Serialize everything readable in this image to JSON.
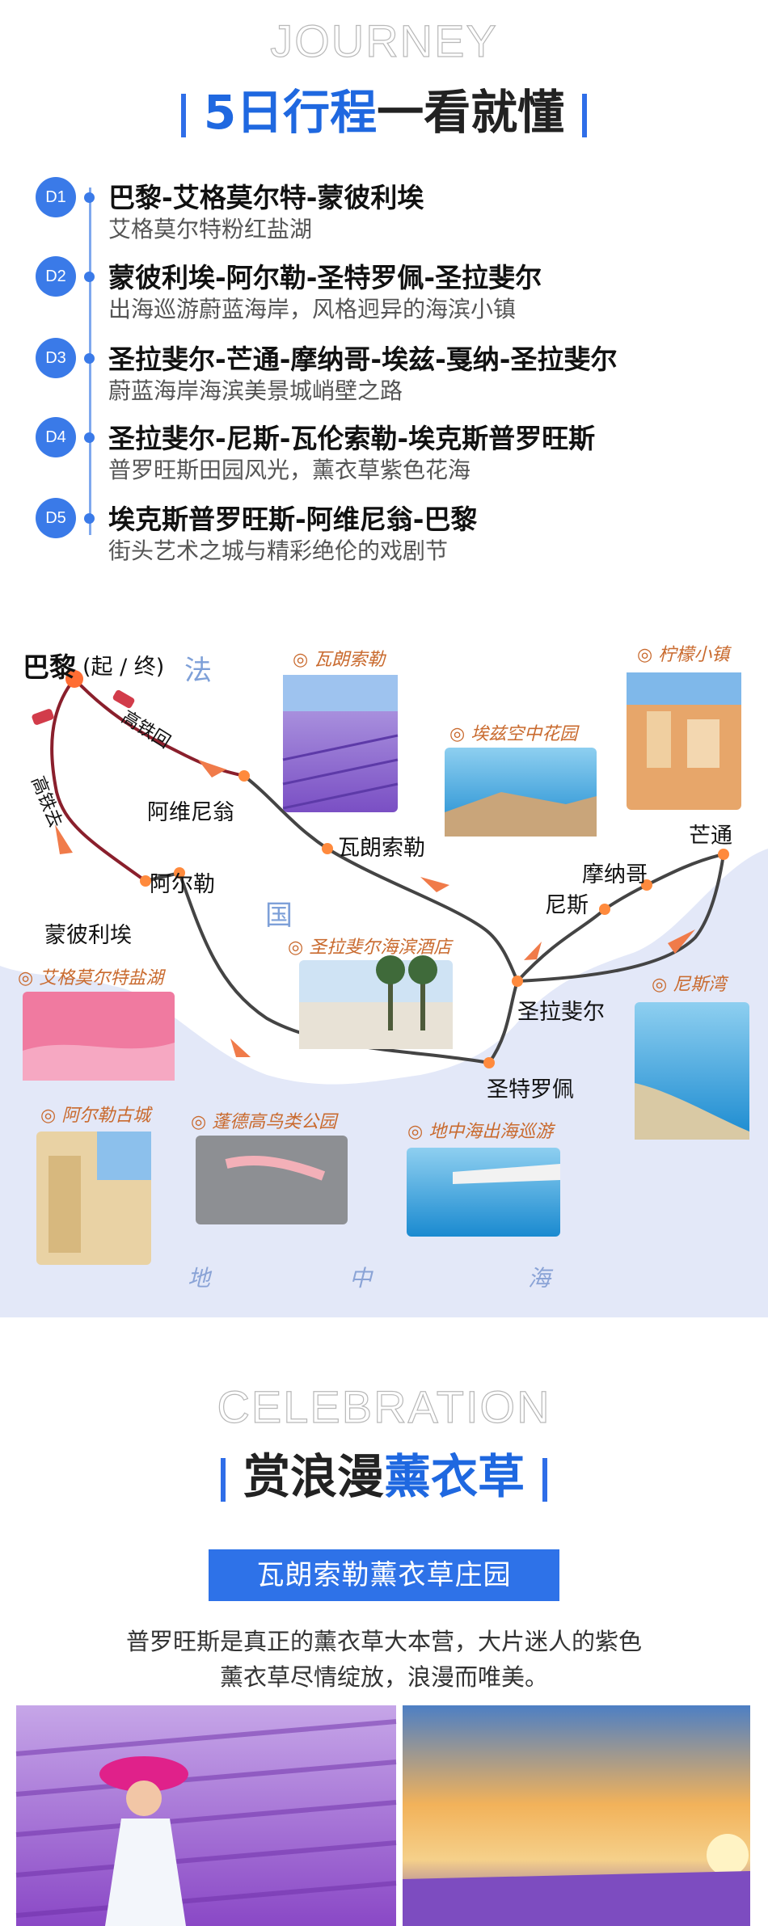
{
  "journey": {
    "eng_title": "JOURNEY",
    "title_blue": "5日行程",
    "title_dark": "一看就懂",
    "days": [
      {
        "badge": "D1",
        "title": "巴黎-艾格莫尔特-蒙彼利埃",
        "sub": "艾格莫尔特粉红盐湖"
      },
      {
        "badge": "D2",
        "title": "蒙彼利埃-阿尔勒-圣特罗佩-圣拉斐尔",
        "sub": "出海巡游蔚蓝海岸，风格迥异的海滨小镇"
      },
      {
        "badge": "D3",
        "title": "圣拉斐尔-芒通-摩纳哥-埃兹-戛纳-圣拉斐尔",
        "sub": "蔚蓝海岸海滨美景城峭壁之路"
      },
      {
        "badge": "D4",
        "title": "圣拉斐尔-尼斯-瓦伦索勒-埃克斯普罗旺斯",
        "sub": "普罗旺斯田园风光，薰衣草紫色花海"
      },
      {
        "badge": "D5",
        "title": "埃克斯普罗旺斯-阿维尼翁-巴黎",
        "sub": "街头艺术之城与精彩绝伦的戏剧节"
      }
    ]
  },
  "map": {
    "paris_label": "巴黎",
    "paris_note": "(起 / 终)",
    "country_1": "法",
    "country_2": "国",
    "train_back": "高铁回",
    "train_go": "高铁去",
    "cities": {
      "avignon": "阿维尼翁",
      "valensole": "瓦朗索勒",
      "arles": "阿尔勒",
      "montpellier": "蒙彼利埃",
      "menton": "芒通",
      "monaco": "摩纳哥",
      "nice": "尼斯",
      "saint_raphael": "圣拉斐尔",
      "saint_tropez": "圣特罗佩"
    },
    "spots": {
      "valensole": "◎ 瓦朗索勒",
      "lemon": "◎ 柠檬小镇",
      "eze": "◎ 埃兹空中花园",
      "hotel": "◎ 圣拉斐尔海滨酒店",
      "salt": "◎ 艾格莫尔特盐湖",
      "nice_bay": "◎ 尼斯湾",
      "arles_old": "◎ 阿尔勒古城",
      "camargue": "◎ 蓬德高鸟类公园",
      "cruise": "◎ 地中海出海巡游"
    },
    "sea_1": "地",
    "sea_2": "中",
    "sea_3": "海"
  },
  "celebration": {
    "eng_title": "CELEBRATION",
    "title_dark": "赏浪漫",
    "title_blue": "薰衣草",
    "tag": "瓦朗索勒薰衣草庄园",
    "desc_1": "普罗旺斯是真正的薰衣草大本营，大片迷人的紫色",
    "desc_2": "薰衣草尽情绽放，浪漫而唯美。"
  },
  "colors": {
    "accent": "#2e72e8",
    "route": "#444444",
    "train": "#8a1f2c",
    "spot": "#c96a2e",
    "sea": "#e3e8f8"
  }
}
